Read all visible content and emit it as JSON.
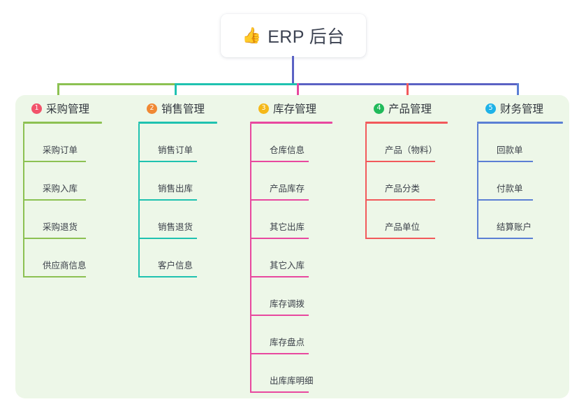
{
  "diagram": {
    "type": "mind-map",
    "root": {
      "icon": "thumbs-up-icon",
      "icon_glyph": "👍",
      "label": "ERP 后台"
    },
    "panel_color": "#edf7e8",
    "trunk_color": "#5b62c4",
    "branches": [
      {
        "index": "1",
        "label": "采购管理",
        "color": "#8cc152",
        "badge_color": "#f2536b",
        "items": [
          "采购订单",
          "采购入库",
          "采购退货",
          "供应商信息"
        ]
      },
      {
        "index": "2",
        "label": "销售管理",
        "color": "#1fc2b0",
        "badge_color": "#f08833",
        "items": [
          "销售订单",
          "销售出库",
          "销售退货",
          "客户信息"
        ]
      },
      {
        "index": "3",
        "label": "库存管理",
        "color": "#e8489f",
        "badge_color": "#f5b819",
        "items": [
          "仓库信息",
          "产品库存",
          "其它出库",
          "其它入库",
          "库存调拨",
          "库存盘点",
          "出库库明细"
        ]
      },
      {
        "index": "4",
        "label": "产品管理",
        "color": "#f2595b",
        "badge_color": "#20ba5a",
        "items": [
          "产品（物料）",
          "产品分类",
          "产品单位"
        ]
      },
      {
        "index": "5",
        "label": "财务管理",
        "color": "#5b7fd4",
        "badge_color": "#1eb2e8",
        "items": [
          "回款单",
          "付款单",
          "结算账户"
        ]
      }
    ]
  }
}
